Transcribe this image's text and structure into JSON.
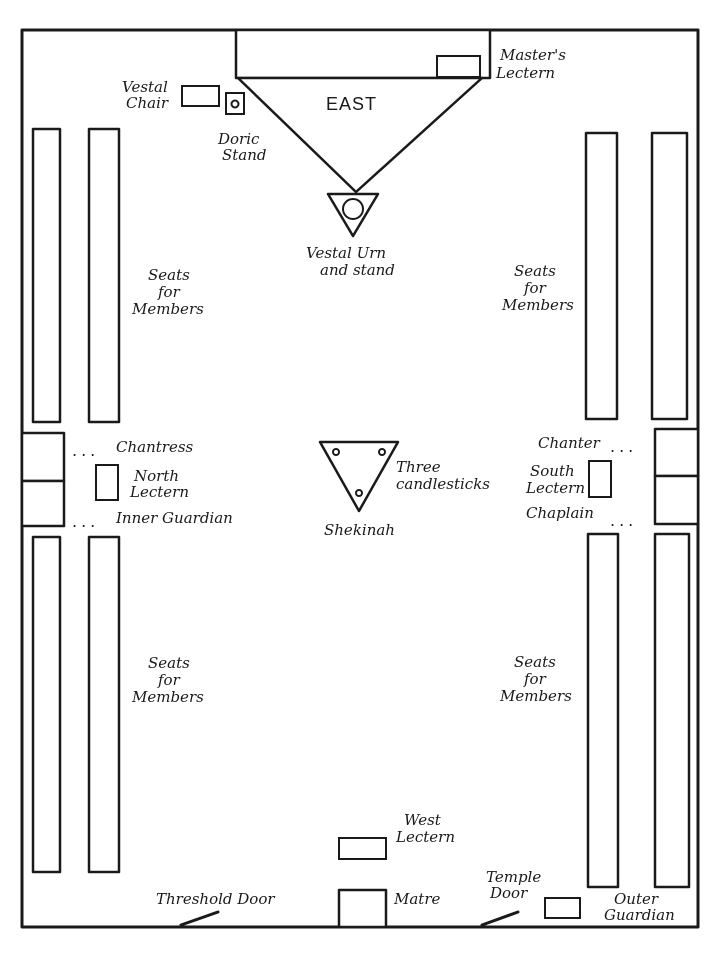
{
  "labels": {
    "masters_lectern_1": "Master's",
    "masters_lectern_2": "Lectern",
    "vestal_chair_1": "Vestal",
    "vestal_chair_2": "Chair",
    "east": "EAST",
    "doric_stand_1": "Doric",
    "doric_stand_2": "Stand",
    "vestal_urn_1": "Vestal Urn",
    "vestal_urn_2": "and stand",
    "seats_1": "Seats",
    "seats_2": "for",
    "seats_3": "Members",
    "chantress": "Chantress",
    "chanter": "Chanter",
    "north_lectern_1": "North",
    "north_lectern_2": "Lectern",
    "south_lectern_1": "South",
    "south_lectern_2": "Lectern",
    "three_candlesticks_1": "Three",
    "three_candlesticks_2": "candlesticks",
    "shekinah": "Shekinah",
    "inner_guardian": "Inner Guardian",
    "chaplain": "Chaplain",
    "west_lectern_1": "West",
    "west_lectern_2": "Lectern",
    "threshold_door": "Threshold Door",
    "matre": "Matre",
    "temple_door_1": "Temple",
    "temple_door_2": "Door",
    "outer_guardian_1": "Outer",
    "outer_guardian_2": "Guardian",
    "dots": "..."
  }
}
